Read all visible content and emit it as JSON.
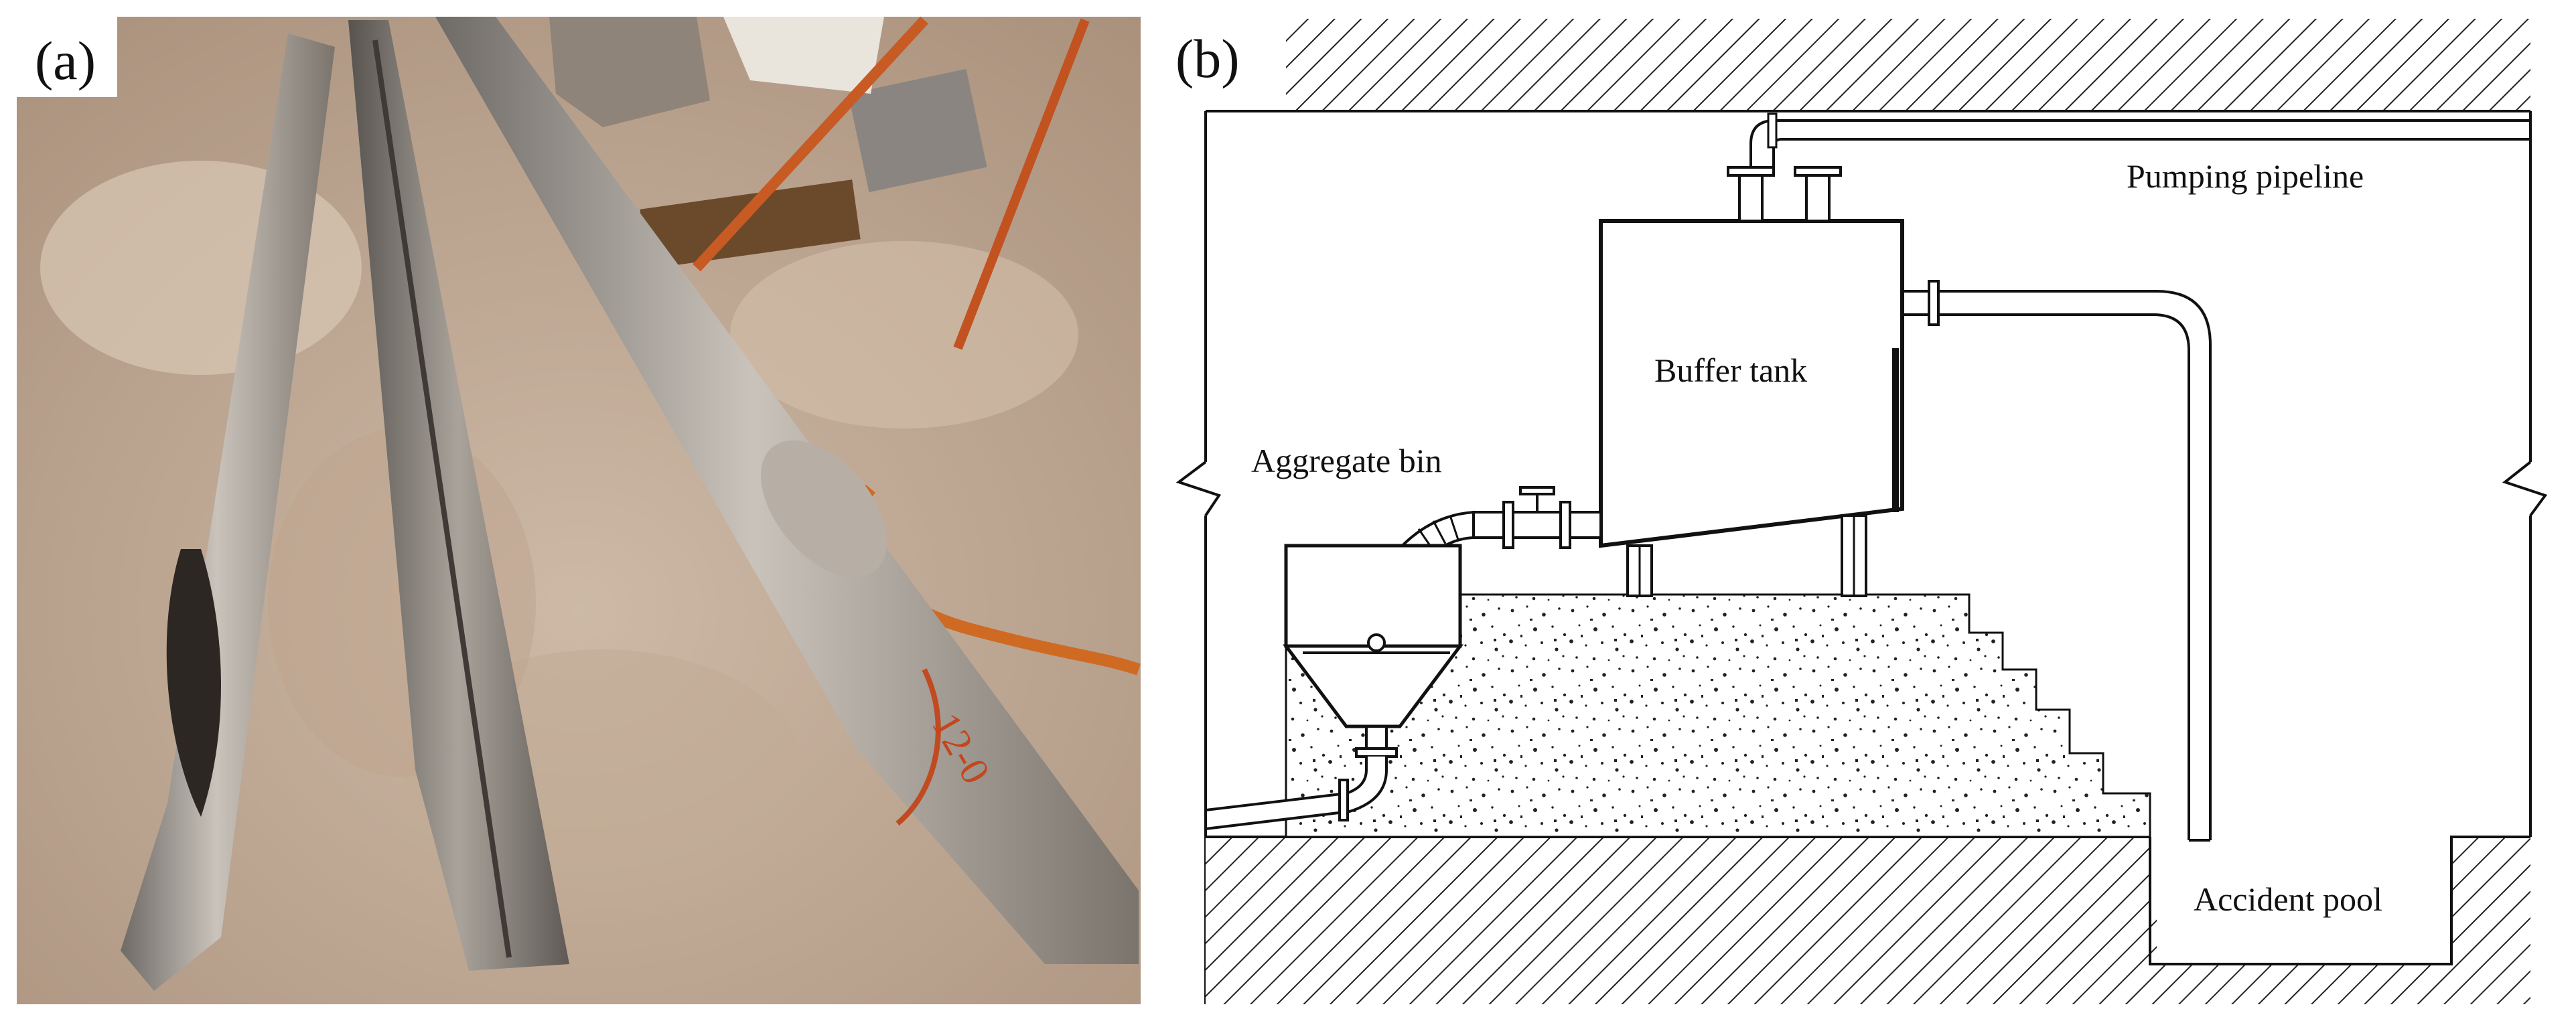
{
  "panel_a": {
    "label": "(a)"
  },
  "panel_b": {
    "label": "(b)",
    "labels": {
      "buffer_tank": "Buffer tank",
      "aggregate_bin": "Aggregate bin",
      "pumping_pipeline": "Pumping pipeline",
      "accident_pool": "Accident pool"
    }
  }
}
